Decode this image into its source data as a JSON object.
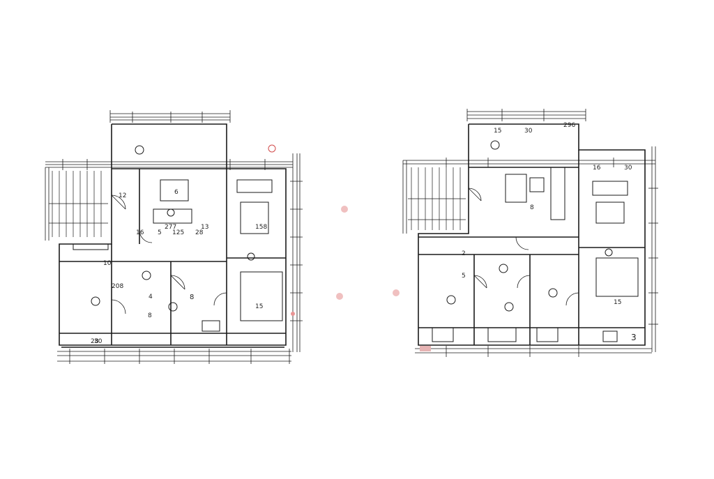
{
  "plans": {
    "left": {
      "labels": [
        "277",
        "16",
        "5",
        "125",
        "28",
        "158",
        "15",
        "208",
        "4",
        "12",
        "13",
        "6",
        "8",
        "30",
        "28",
        "10"
      ],
      "markers": [
        "8"
      ]
    },
    "right": {
      "labels": [
        "296",
        "15",
        "30",
        "16",
        "30",
        "2",
        "5",
        "15",
        "8"
      ],
      "markers": [
        "3"
      ]
    }
  },
  "colors": {
    "line": "#1a1a1a",
    "marker": "#d24b4b"
  }
}
